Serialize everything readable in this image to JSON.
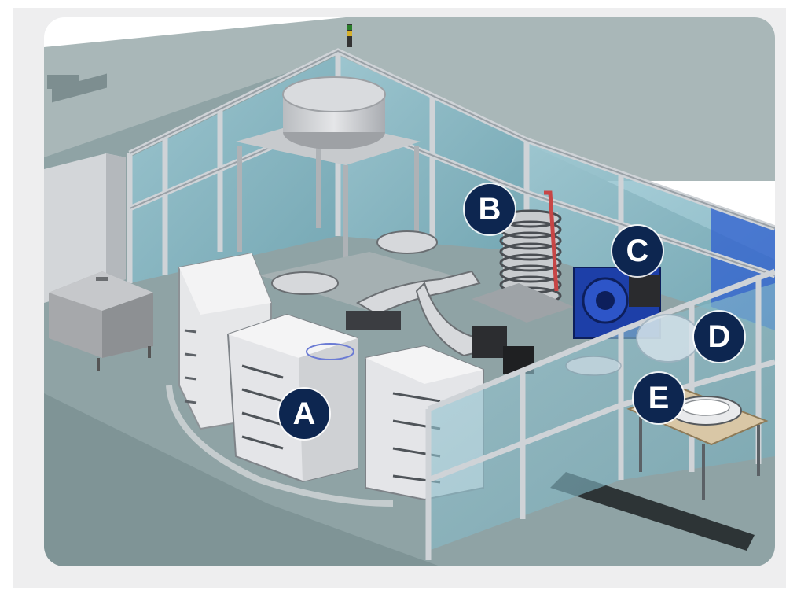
{
  "markers": {
    "a": "A",
    "b": "B",
    "c": "C",
    "d": "D",
    "e": "E"
  },
  "colors": {
    "marker": "#0d2650",
    "floor": "#8fa3a5",
    "glass": "#86bcc9",
    "frame_alu": "#c9cdd1",
    "cabinet": "#e9eaec",
    "motor_blue": "#1d3fa8"
  }
}
